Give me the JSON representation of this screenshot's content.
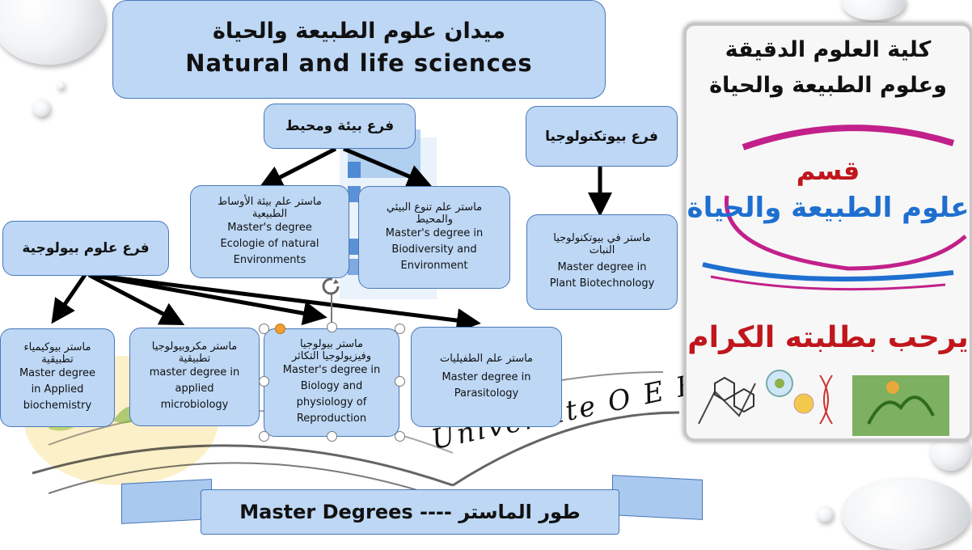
{
  "title": {
    "arabic": "ميدان علوم الطبيعة والحياة",
    "english": "Natural and life sciences"
  },
  "branches": {
    "environment": "فرع بيئة ومحيط",
    "biotechnology": "فرع بيوتكنولوجيا",
    "biology": "فرع علوم بيولوجية"
  },
  "masters": {
    "ecology": {
      "arabic": "ماستر علم بيئة الأوساط الطبيعية",
      "line1": "Master's degree",
      "line2": "Ecologie of natural",
      "line3": "Environments"
    },
    "biodiversity": {
      "arabic": "ماستر علم تنوع البيئي والمحيط",
      "line1": "Master's degree in",
      "line2": "Biodiversity and",
      "line3": "Environment"
    },
    "plant_biotech": {
      "arabic": "ماستر في بيوتكنولوجيا النبات",
      "line1": "Master degree in",
      "line2": "Plant Biotechnology"
    },
    "biochemistry": {
      "arabic": "ماستر بيوكيمياء تطبيقية",
      "line1": "Master degree",
      "line2": "in Applied",
      "line3": "biochemistry"
    },
    "microbiology": {
      "arabic": "ماستر مكروبيولوجيا تطبيقية",
      "line1": "master degree in",
      "line2": "applied",
      "line3": "microbiology"
    },
    "reproduction": {
      "arabic": "ماستر بيولوجيا وفيزيولوجيا التكاثر",
      "line1": "Master's degree in",
      "line2": "Biology and",
      "line3": "physiology of",
      "line4": "Reproduction"
    },
    "parasitology": {
      "arabic": "ماستر علم الطفيليات",
      "line1": "Master degree in",
      "line2": "Parasitology"
    }
  },
  "banner": {
    "text": "طور الماستر ---- Master Degrees"
  },
  "panel": {
    "faculty_line1": "كلية العلوم الدقيقة",
    "faculty_line2": "وعلوم الطبيعة والحياة",
    "dept_line1": "قسم",
    "dept_line2": "علوم الطبيعة والحياة",
    "welcome": "يرحب بطلبته الكرام"
  },
  "watermark": {
    "text": "Universite O E B"
  },
  "colors": {
    "box_fill": "#bdd7f5",
    "box_border": "#4a78b8",
    "panel_red": "#c0161c",
    "panel_blue": "#1e6fd0",
    "panel_magenta": "#c2208a"
  }
}
